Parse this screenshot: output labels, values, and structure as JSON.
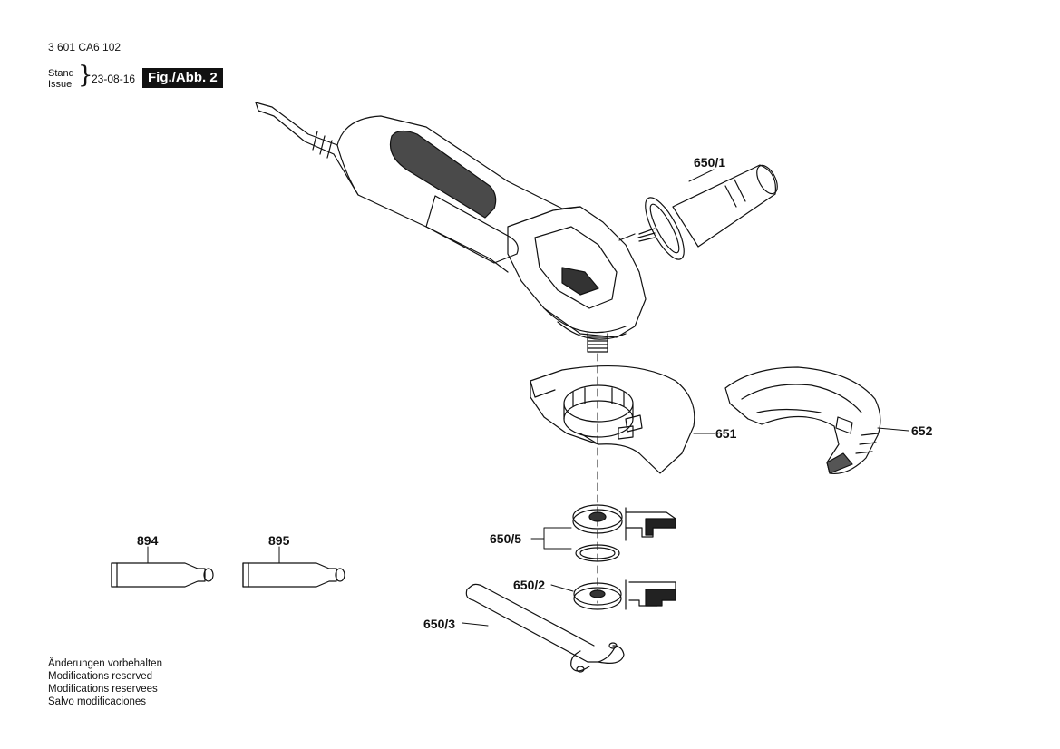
{
  "header": {
    "doc_number": "3 601 CA6 102",
    "stand_label": "Stand",
    "issue_label": "Issue",
    "brace": "}",
    "date": "23-08-16",
    "figure_label": "Fig./Abb. 2"
  },
  "parts": {
    "p650_1": "650/1",
    "p651": "651",
    "p652": "652",
    "p650_5": "650/5",
    "p650_2": "650/2",
    "p650_3": "650/3",
    "p894": "894",
    "p895": "895"
  },
  "footer": {
    "notes": [
      "Änderungen vorbehalten",
      "Modifications reserved",
      "Modifications reservees",
      "Salvo modificaciones"
    ]
  }
}
